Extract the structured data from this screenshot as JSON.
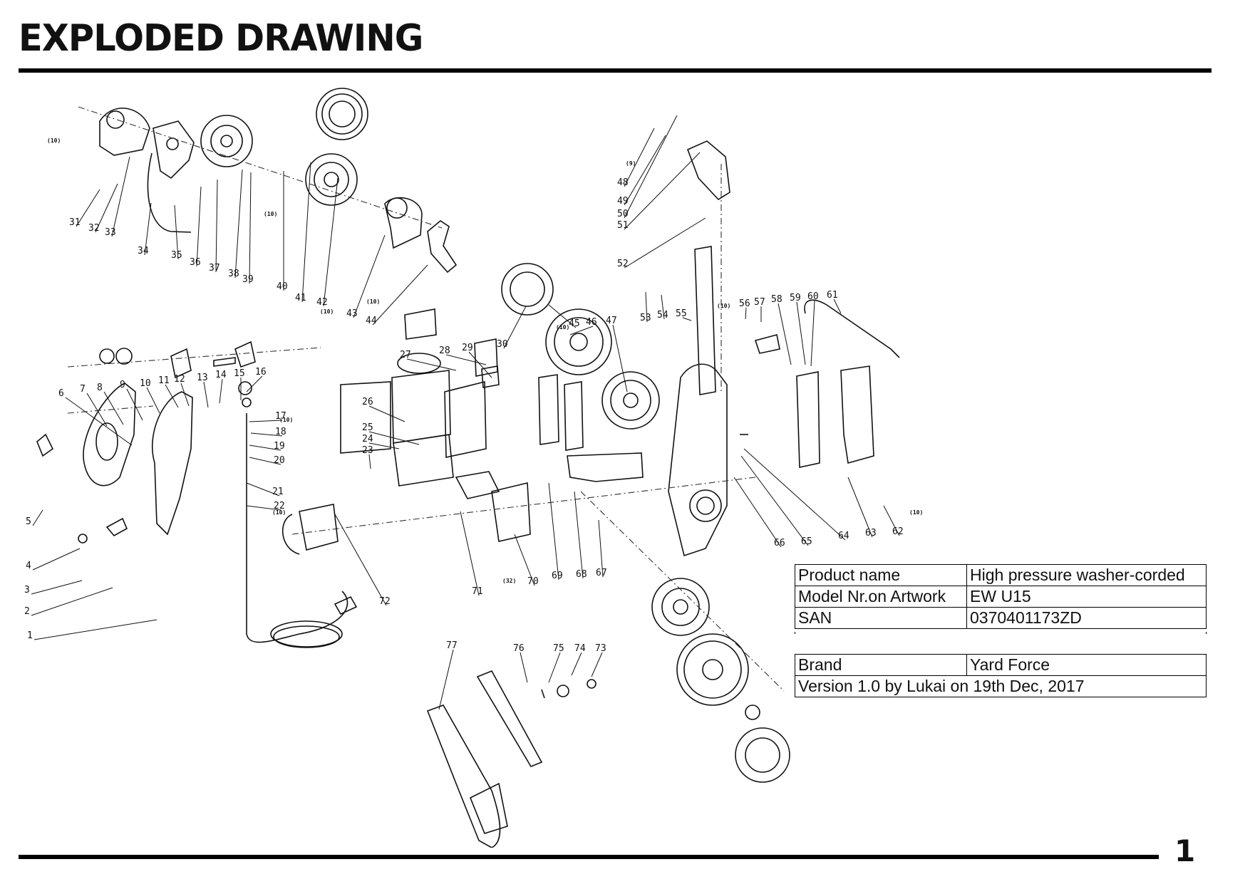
{
  "page": {
    "title": "EXPLODED DRAWING",
    "page_number": "1"
  },
  "product_info": [
    {
      "label": "Product name",
      "value": "High pressure washer-corded"
    },
    {
      "label": "Model Nr.on Artwork",
      "value": "EW U15"
    },
    {
      "label": "SAN",
      "value": "0370401173ZD"
    }
  ],
  "brand_info": {
    "label": "Brand",
    "value": "Yard Force",
    "version_note": "Version 1.0 by Lukai on 19th Dec, 2017"
  },
  "diagram": {
    "part_numbers": [
      "1",
      "2",
      "3",
      "4",
      "5",
      "6",
      "7",
      "8",
      "9",
      "10",
      "11",
      "12",
      "13",
      "14",
      "15",
      "16",
      "17",
      "18",
      "19",
      "20",
      "21",
      "22",
      "23",
      "24",
      "25",
      "26",
      "27",
      "28",
      "29",
      "30",
      "31",
      "32",
      "33",
      "34",
      "35",
      "36",
      "37",
      "38",
      "39",
      "40",
      "41",
      "42",
      "43",
      "44",
      "45",
      "46",
      "47",
      "48",
      "49",
      "50",
      "51",
      "52",
      "53",
      "54",
      "55",
      "56",
      "57",
      "58",
      "59",
      "60",
      "61",
      "62",
      "63",
      "64",
      "65",
      "66",
      "67",
      "68",
      "69",
      "70",
      "71",
      "72",
      "73",
      "74",
      "75",
      "76",
      "77"
    ],
    "quantity_marks": [
      "(10)",
      "(9)",
      "(32)"
    ]
  }
}
